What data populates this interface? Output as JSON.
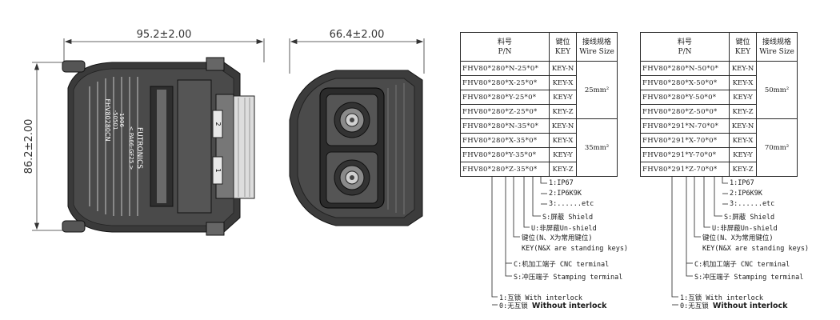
{
  "dimensions": {
    "width_label": "95.2±2.00",
    "height_label": "86.2±2.00",
    "depth_label": "66.4±2.00"
  },
  "side_view": {
    "brand": "FUTRONICS",
    "model": "FHV80280CN",
    "code": "-50501",
    "date": "1906",
    "material": "< PA66-GF25 >",
    "pin1": "1",
    "pin2": "2"
  },
  "tables": [
    {
      "headers": {
        "pn_cn": "料号",
        "pn_en": "P/N",
        "key_cn": "键位",
        "key_en": "KEY",
        "wire_cn": "接线规格",
        "wire_en": "Wire Size"
      },
      "rows": [
        {
          "pn": "FHV80*280*N-25*0*",
          "key": "KEY-N"
        },
        {
          "pn": "FHV80*280*X-25*0*",
          "key": "KEY-X"
        },
        {
          "pn": "FHV80*280*Y-25*0*",
          "key": "KEY-Y"
        },
        {
          "pn": "FHV80*280*Z-25*0*",
          "key": "KEY-Z"
        },
        {
          "pn": "FHV80*280*N-35*0*",
          "key": "KEY-N"
        },
        {
          "pn": "FHV80*280*X-35*0*",
          "key": "KEY-X"
        },
        {
          "pn": "FHV80*280*Y-35*0*",
          "key": "KEY-Y"
        },
        {
          "pn": "FHV80*280*Z-35*0*",
          "key": "KEY-Z"
        }
      ],
      "wire_groups": [
        "25mm²",
        "35mm²"
      ]
    },
    {
      "headers": {
        "pn_cn": "料号",
        "pn_en": "P/N",
        "key_cn": "键位",
        "key_en": "KEY",
        "wire_cn": "接线规格",
        "wire_en": "Wire Size"
      },
      "rows": [
        {
          "pn": "FHV80*280*N-50*0*",
          "key": "KEY-N"
        },
        {
          "pn": "FHV80*280*X-50*0*",
          "key": "KEY-X"
        },
        {
          "pn": "FHV80*280*Y-50*0*",
          "key": "KEY-Y"
        },
        {
          "pn": "FHV80*280*Z-50*0*",
          "key": "KEY-Z"
        },
        {
          "pn": "FHV80*291*N-70*0*",
          "key": "KEY-N"
        },
        {
          "pn": "FHV80*291*X-70*0*",
          "key": "KEY-X"
        },
        {
          "pn": "FHV80*291*Y-70*0*",
          "key": "KEY-Y"
        },
        {
          "pn": "FHV80*291*Z-70*0*",
          "key": "KEY-Z"
        }
      ],
      "wire_groups": [
        "50mm²",
        "70mm²"
      ]
    }
  ],
  "legend": {
    "ip1": "1:IP67",
    "ip2": "2:IP6K9K",
    "ip3": "3:......etc",
    "shield_s": "S:屏蔽 Shield",
    "shield_u": "U:非屏蔽Un-shield",
    "key_cn": "键位(N、X为常用键位)",
    "key_en": "KEY(N&X are standing keys)",
    "term_c": "C:机加工端子 CNC terminal",
    "term_s": "S:冲压端子 Stamping terminal",
    "lock_1": "1:互锁 With interlock",
    "lock_0_cn": "0:无互锁",
    "lock_0_en": "Without interlock"
  }
}
